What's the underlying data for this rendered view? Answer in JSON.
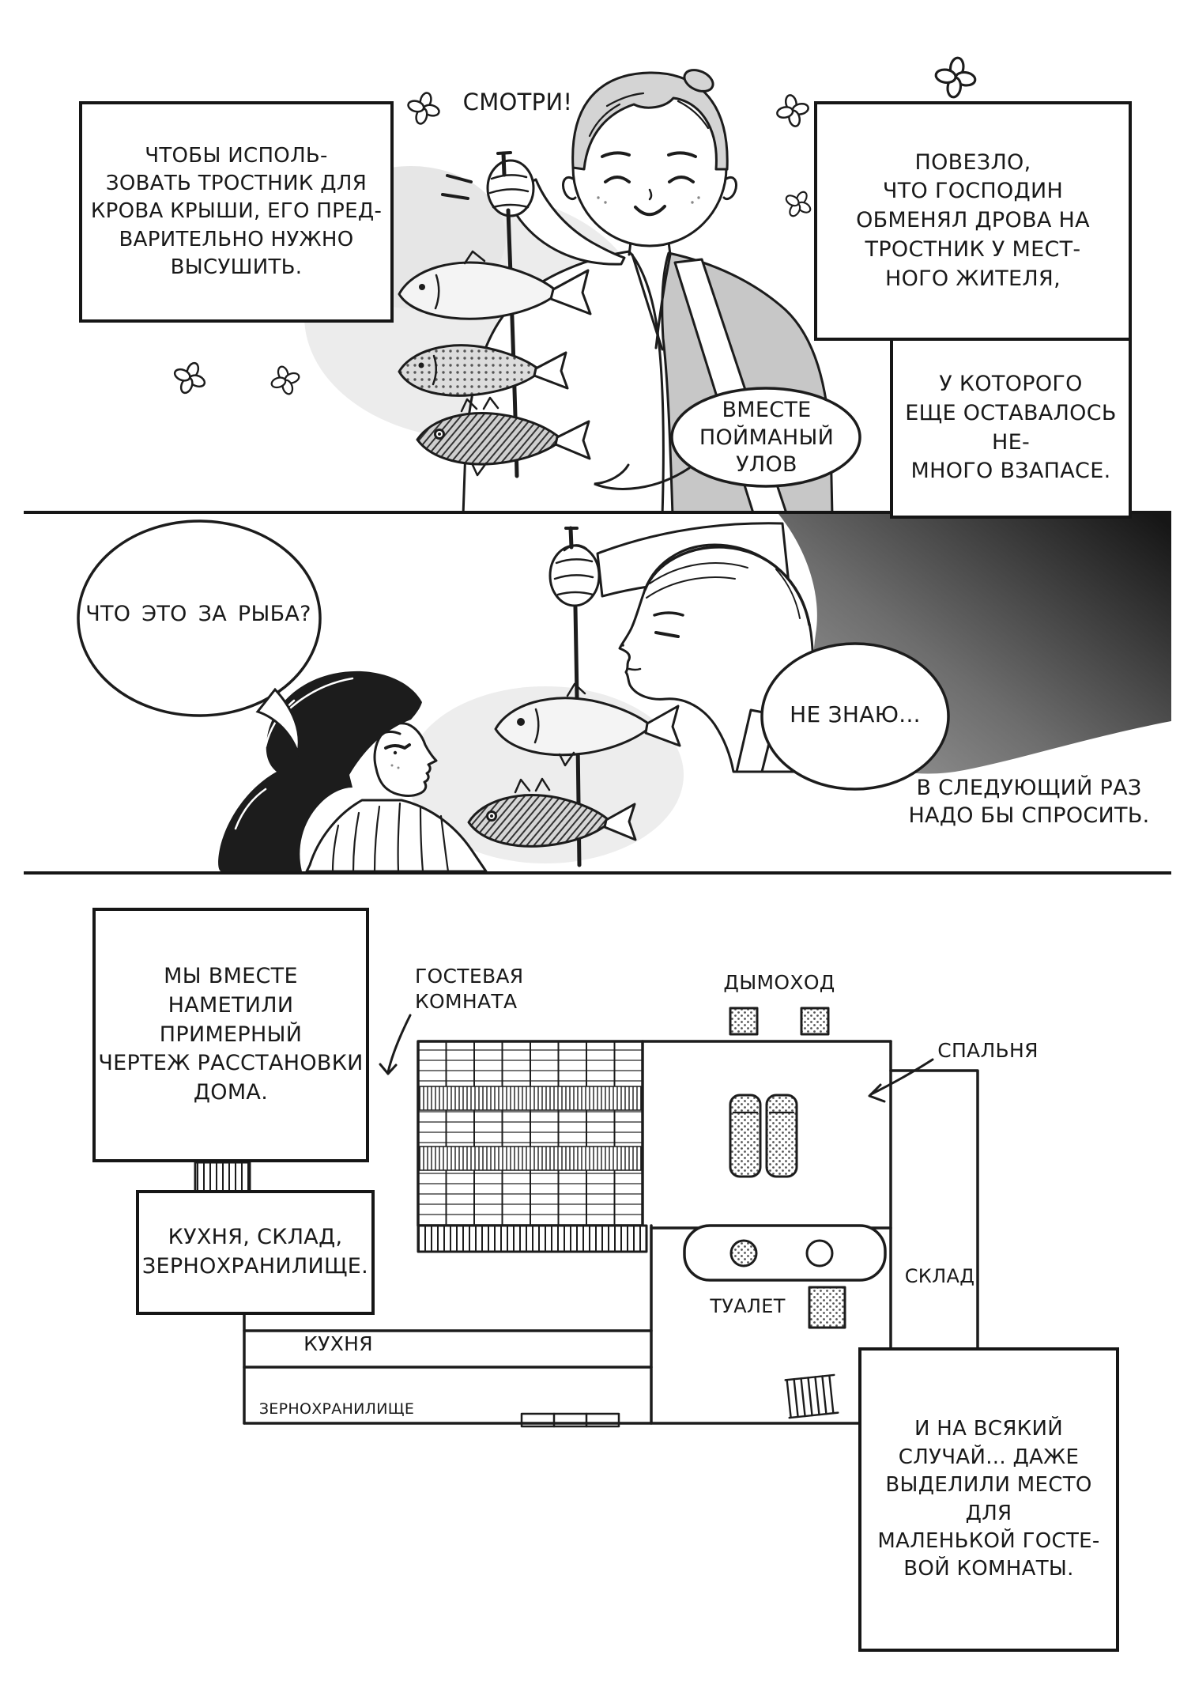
{
  "page": {
    "paper": "#ffffff",
    "ink": "#191919",
    "tone_gray": "#c7c7c7"
  },
  "panel1": {
    "shout": "СМОТРИ!",
    "caption_left": "ЧТОБЫ ИСПОЛЬ-\nЗОВАТЬ ТРОСТНИК ДЛЯ\nКРОВА КРЫШИ, ЕГО ПРЕД-\nВАРИТЕЛЬНО НУЖНО\nВЫСУШИТЬ.",
    "caption_right_top": "ПОВЕЗЛО,\nЧТО ГОСПОДИН\nОБМЕНЯЛ ДРОВА НА\nТРОСТНИК У МЕСТ-\nНОГО ЖИТЕЛЯ,",
    "caption_right_bottom": "У КОТОРОГО\nЕЩЕ ОСТАВАЛОСЬ НЕ-\nМНОГО ВЗАПАСЕ.",
    "bubble_catch": "ВМЕСТЕ\nПОЙМАНЫЙ\nУЛОВ"
  },
  "panel2": {
    "bubble_question": "ЧТО ЭТО ЗА РЫБА?",
    "bubble_answer": "НЕ ЗНАЮ...",
    "caption_next_time": "В СЛЕДУЮЩИЙ РАЗ\nНАДО БЫ СПРОСИТЬ."
  },
  "panel3": {
    "caption_plan": "МЫ ВМЕСТЕ\nНАМЕТИЛИ ПРИМЕРНЫЙ\nЧЕРТЕЖ РАССТАНОВКИ\nДОМА.",
    "caption_rooms": "КУХНЯ, СКЛАД,\nЗЕРНОХРАНИЛИЩЕ.",
    "caption_guest_note": "И НА ВСЯКИЙ\nСЛУЧАЙ... ДАЖЕ\nВЫДЕЛИЛИ МЕСТО ДЛЯ\nМАЛЕНЬКОЙ ГОСТЕ-\nВОЙ КОМНАТЫ.",
    "labels": {
      "guest_room": "ГОСТЕВАЯ\nКОМНАТА",
      "chimney": "ДЫМОХОД",
      "bedroom": "СПАЛЬНЯ",
      "toilet": "ТУАЛЕТ",
      "storage": "СКЛАД",
      "kitchen": "КУХНЯ",
      "granary": "ЗЕРНОХРАНИЛИЩЕ"
    }
  }
}
